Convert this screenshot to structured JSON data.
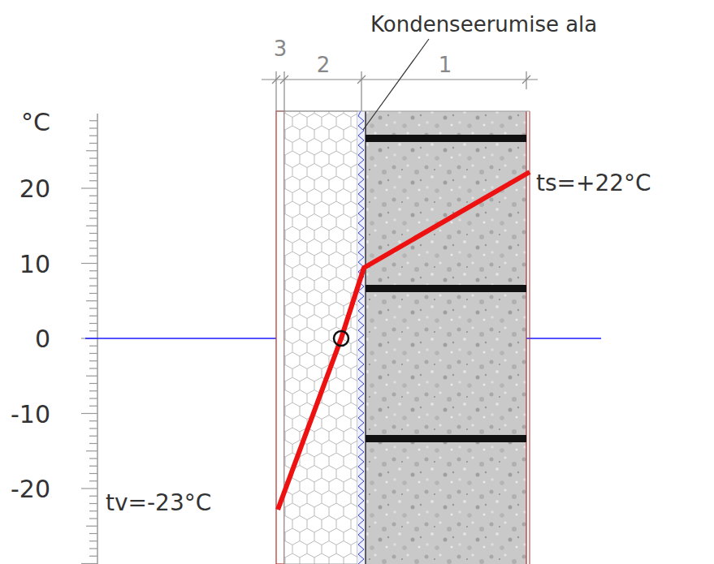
{
  "diagram": {
    "labels": [
      "Kondenseerumise ala",
      "3",
      "2",
      "1",
      "°C",
      "20",
      "10",
      "0",
      "-10",
      "-20",
      "ts=+22°C",
      "tv=-23°C"
    ]
  }
}
